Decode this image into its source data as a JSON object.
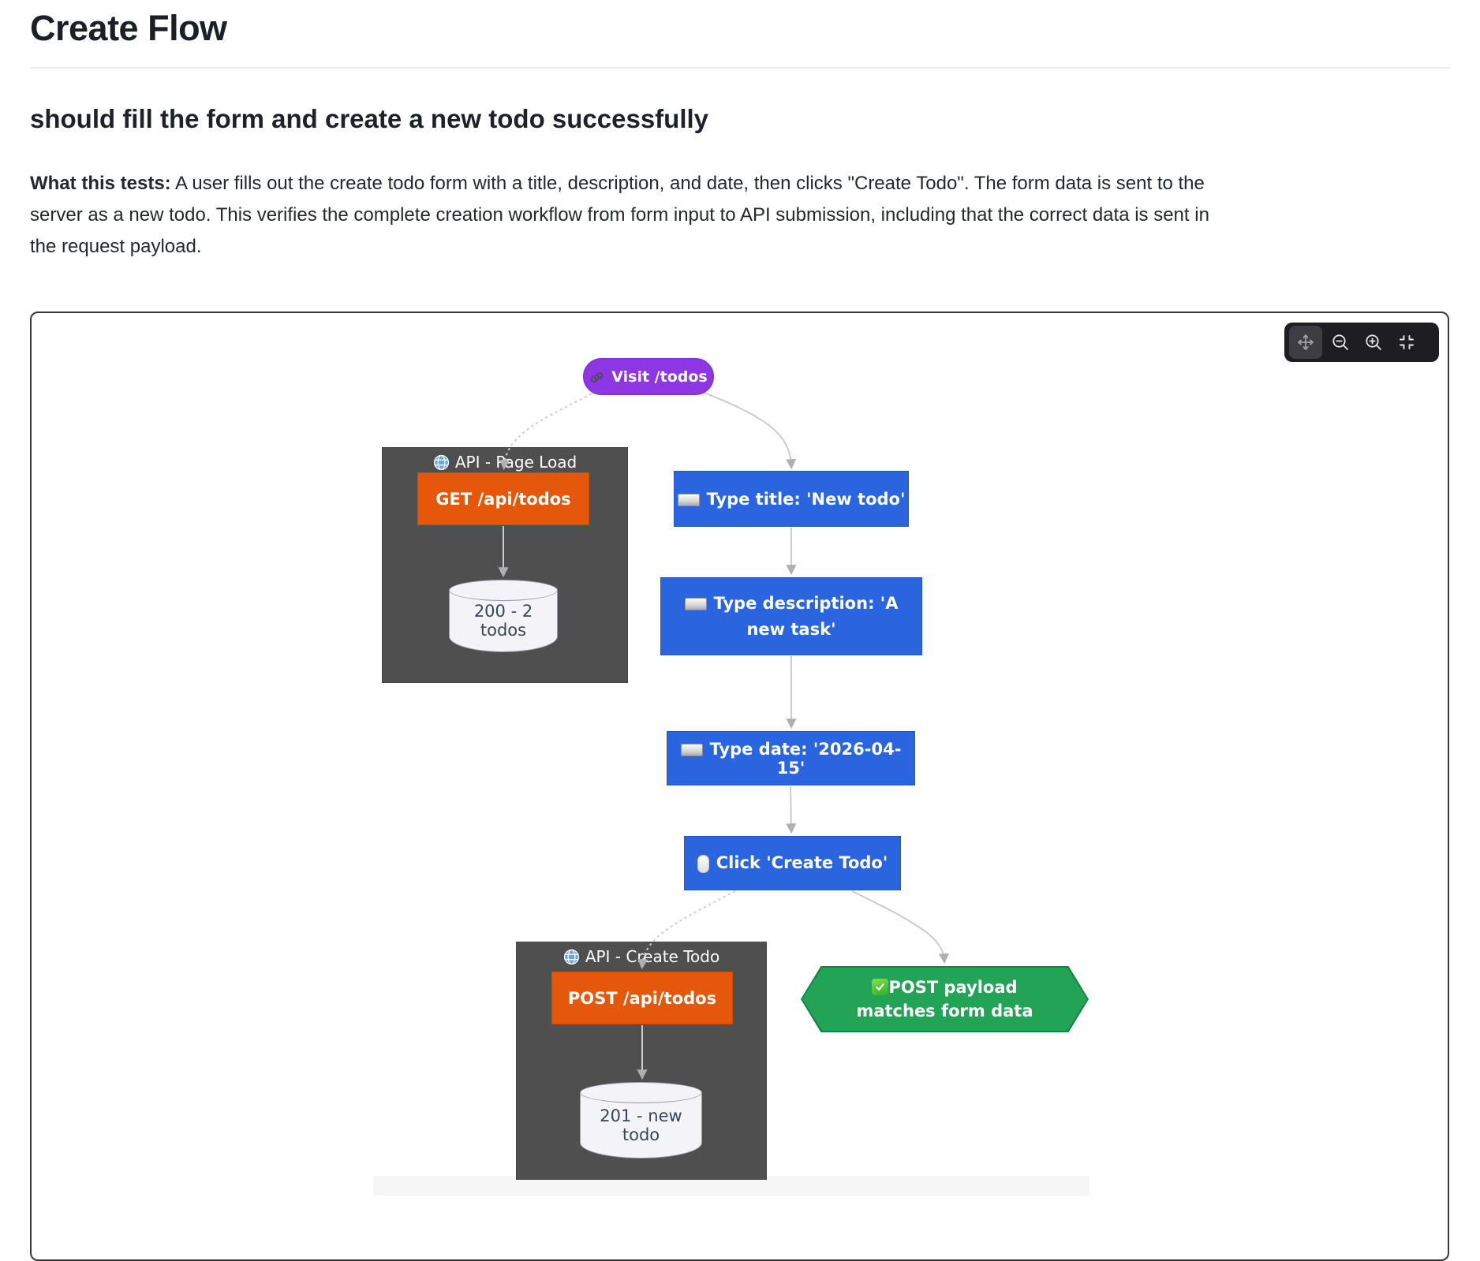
{
  "header": {
    "title": "Create Flow",
    "subtitle": "should fill the form and create a new todo successfully",
    "lead_label": "What this tests:",
    "lead_text": " A user fills out the create todo form with a title, description, and date, then clicks \"Create Todo\". The form data is sent to the server as a new todo. This verifies the complete creation workflow from form input to API submission, including that the correct data is sent in the request payload."
  },
  "viewer": {
    "controls": [
      {
        "name": "pan",
        "active": true
      },
      {
        "name": "zoom-out",
        "active": false
      },
      {
        "name": "zoom-in",
        "active": false
      },
      {
        "name": "collapse",
        "active": false
      }
    ]
  },
  "flow": {
    "groups": {
      "page_load": {
        "label": "API - Page Load",
        "icon": "globe-icon"
      },
      "create_todo": {
        "label": "API - Create Todo",
        "icon": "globe-icon"
      }
    },
    "nodes": {
      "visit": {
        "label": "Visit /todos",
        "icon": "link-icon",
        "shape": "stadium"
      },
      "get": {
        "label": "GET /api/todos",
        "shape": "rect"
      },
      "db_get": {
        "label": "200 - 2 todos",
        "shape": "cylinder"
      },
      "type_title": {
        "label": "Type title: 'New todo'",
        "icon": "keyboard-icon",
        "shape": "rect"
      },
      "type_description": {
        "label": "Type description: 'A new task'",
        "icon": "keyboard-icon",
        "shape": "rect"
      },
      "type_date": {
        "label": "Type date: '2026-04-15'",
        "icon": "keyboard-icon",
        "shape": "rect"
      },
      "click_create": {
        "label": "Click 'Create Todo'",
        "icon": "mouse-icon",
        "shape": "rect"
      },
      "post": {
        "label": "POST /api/todos",
        "shape": "rect"
      },
      "db_post": {
        "label": "201 - new todo",
        "shape": "cylinder"
      },
      "assert_payload": {
        "label": "POST payload matches form data",
        "icon": "check-icon",
        "shape": "hexagon"
      }
    },
    "edges": [
      {
        "from": "visit",
        "to": "get",
        "style": "dotted"
      },
      {
        "from": "visit",
        "to": "type_title",
        "style": "solid"
      },
      {
        "from": "get",
        "to": "db_get",
        "style": "solid"
      },
      {
        "from": "type_title",
        "to": "type_description",
        "style": "solid"
      },
      {
        "from": "type_description",
        "to": "type_date",
        "style": "solid"
      },
      {
        "from": "type_date",
        "to": "click_create",
        "style": "solid"
      },
      {
        "from": "click_create",
        "to": "post",
        "style": "dotted"
      },
      {
        "from": "click_create",
        "to": "assert_payload",
        "style": "solid"
      },
      {
        "from": "post",
        "to": "db_post",
        "style": "solid"
      }
    ],
    "colors": {
      "visit_purple": "#8C36E4",
      "action_blue": "#2A65DF",
      "api_orange": "#E5570B",
      "assert_green": "#23A355",
      "group_gray": "#4F4F4F",
      "edge_gray": "#CBCBCB"
    }
  }
}
